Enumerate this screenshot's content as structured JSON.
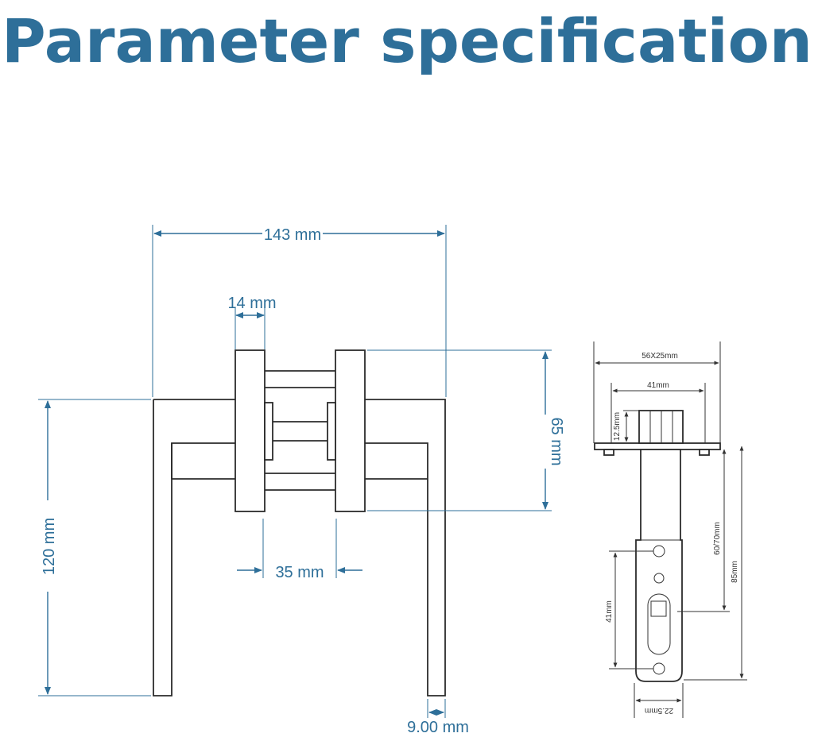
{
  "title": "Parameter specification",
  "dimensions": {
    "overall_width": "143 mm",
    "rose_thickness": "14 mm",
    "rose_height": "65 mm",
    "lever_height": "120 mm",
    "door_thickness": "35 mm",
    "lever_thickness": "9.00 mm"
  },
  "latch": {
    "faceplate": "56X25mm",
    "face_width": "41mm",
    "bolt_depth": "12.5mm",
    "backset": "60/70mm",
    "total_length": "85mm",
    "hole_spacing": "41mm",
    "body_width": "22.5mm"
  },
  "colors": {
    "title": "#2e6f99",
    "dimension": "#2e6f99",
    "outline": "#2b2b2b"
  }
}
